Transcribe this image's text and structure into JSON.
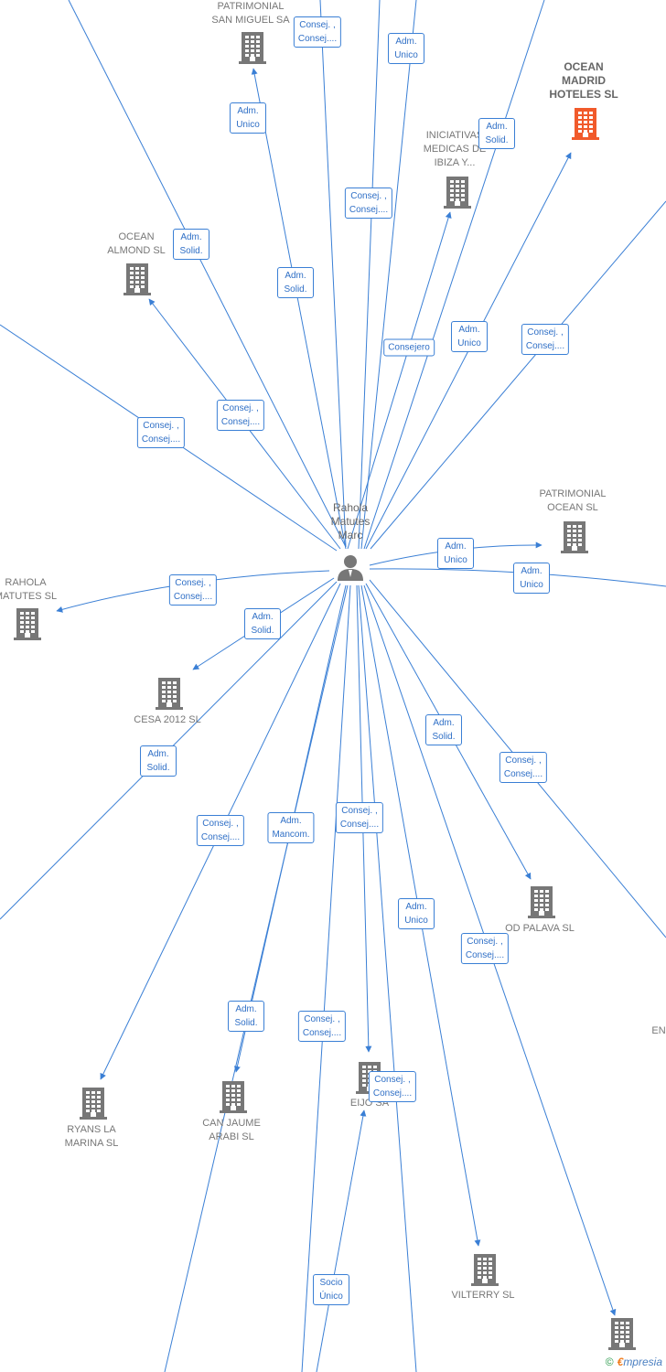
{
  "brand_colors": {
    "edge": "#3a7fd5",
    "highlight_node": "#f15a2b",
    "node": "#777777"
  },
  "center": {
    "label": "Rahola\nMatutes\nMarc",
    "icon": "person-icon"
  },
  "nodes": [
    {
      "id": "patrimonial-san-miguel",
      "label": "PATRIMONIAL\nSAN MIGUEL SA"
    },
    {
      "id": "ocean-madrid",
      "label": "OCEAN\nMADRID\nHOTELES  SL",
      "highlight": true
    },
    {
      "id": "iniciativas-medicas",
      "label": "INICIATIVAS\nMEDICAS DE\nIBIZA Y..."
    },
    {
      "id": "ocean-almond",
      "label": "OCEAN\nALMOND  SL"
    },
    {
      "id": "patrimonial-ocean",
      "label": "PATRIMONIAL\nOCEAN SL"
    },
    {
      "id": "rahola-matutes",
      "label": "RAHOLA\nMATUTES SL"
    },
    {
      "id": "cesa-2012",
      "label": "CESA 2012 SL"
    },
    {
      "id": "od-palava",
      "label": "OD PALAVA SL"
    },
    {
      "id": "en",
      "label": "EN"
    },
    {
      "id": "ryans-la-marina",
      "label": "RYANS LA\nMARINA  SL"
    },
    {
      "id": "can-jaume-arabi",
      "label": "CAN JAUME\nARABI SL"
    },
    {
      "id": "eijo",
      "label": "EIJO SA"
    },
    {
      "id": "vilterry",
      "label": "VILTERRY SL"
    },
    {
      "id": "bottom-right",
      "label": ""
    }
  ],
  "edge_labels": [
    "Consej. ,\nConsej....",
    "Adm.\nUnico",
    "Adm.\nUnico",
    "Adm.\nSolid.",
    "Consej. ,\nConsej....",
    "Adm.\nSolid.",
    "Adm.\nSolid.",
    "Consejero",
    "Adm.\nUnico",
    "Consej. ,\nConsej....",
    "Consej. ,\nConsej....",
    "Consej. ,\nConsej....",
    "Adm.\nUnico",
    "Adm.\nUnico",
    "Consej. ,\nConsej....",
    "Adm.\nSolid.",
    "Adm.\nSolid.",
    "Adm.\nSolid.",
    "Consej. ,\nConsej....",
    "Consej. ,\nConsej....",
    "Adm.\nMancom.",
    "Consej. ,\nConsej....",
    "Adm.\nUnico",
    "Consej. ,\nConsej....",
    "Adm.\nSolid.",
    "Consej. ,\nConsej....",
    "Consej. ,\nConsej....",
    "Socio\nÚnico"
  ],
  "footer": {
    "copyright": "©",
    "brand_initial": "€",
    "brand_rest": "mpresia"
  }
}
